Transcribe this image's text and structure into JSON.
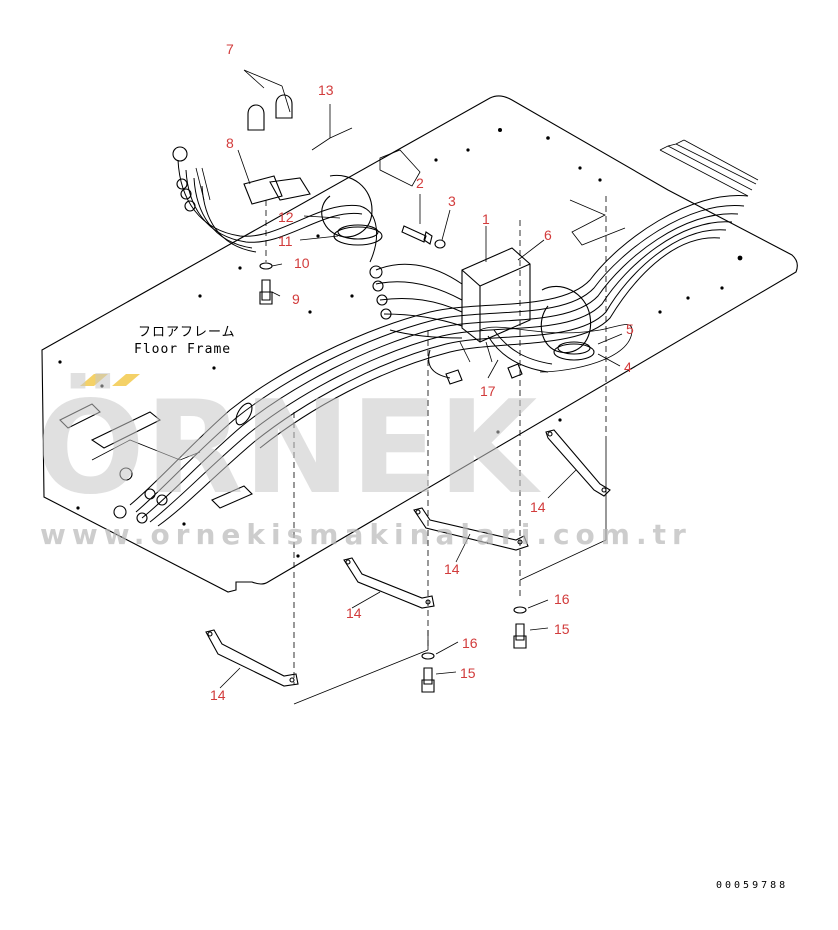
{
  "floor_label_jp": "フロアフレーム",
  "floor_label_en": "Floor Frame",
  "watermark_brand": "ÖRNEK",
  "watermark_url": "www.ornekismakinalari.com.tr",
  "drawing_number": "00059788",
  "callouts": [
    "7",
    "13",
    "8",
    "2",
    "3",
    "1",
    "6",
    "12",
    "11",
    "10",
    "9",
    "5",
    "4",
    "17",
    "14",
    "14",
    "14",
    "14",
    "16",
    "15",
    "16",
    "15"
  ],
  "colors": {
    "callout": "#d23b3b",
    "line": "#000000",
    "watermark": "#c8c8c8",
    "accent": "#f2c94c"
  }
}
